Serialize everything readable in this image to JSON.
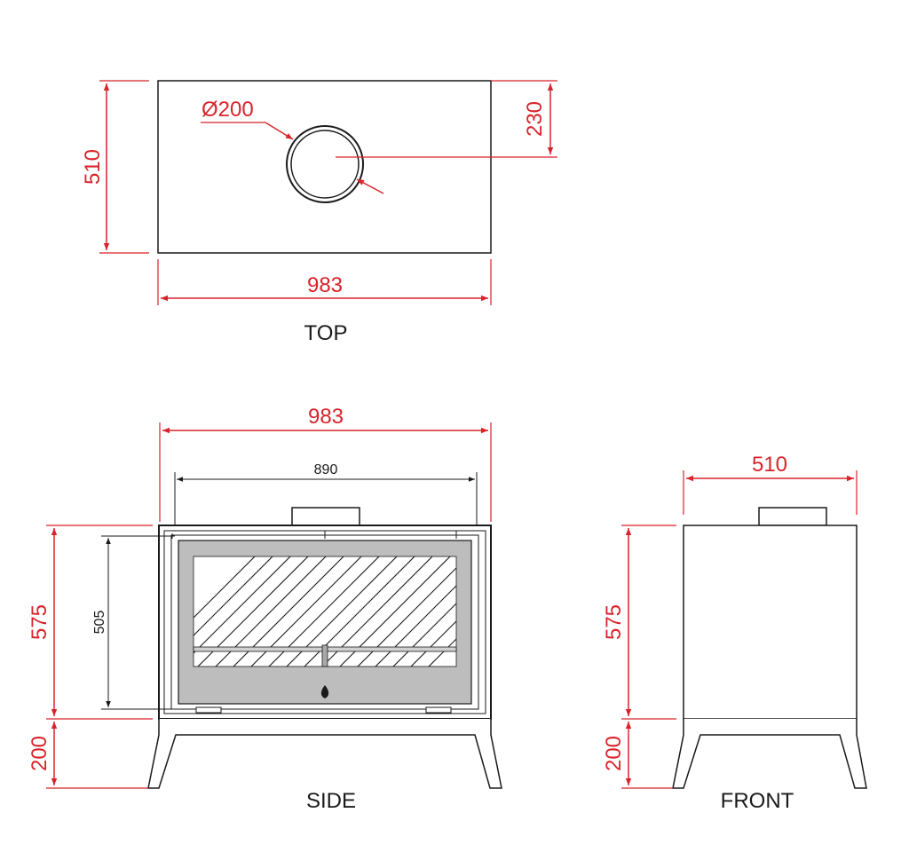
{
  "colors": {
    "dimension": "#d8232a",
    "outline": "#1a1a1a",
    "door_panel": "#bdbdbd"
  },
  "views": {
    "top": {
      "label": "TOP",
      "dim_width": "983",
      "dim_depth": "510",
      "dim_flue_diameter": "Ø200",
      "dim_flue_offset": "230"
    },
    "side": {
      "label": "SIDE",
      "dim_width": "983",
      "dim_glass_width": "890",
      "dim_body_height": "575",
      "dim_glass_height": "505",
      "dim_leg_height": "200"
    },
    "front": {
      "label": "FRONT",
      "dim_width": "510",
      "dim_body_height": "575",
      "dim_leg_height": "200"
    }
  }
}
